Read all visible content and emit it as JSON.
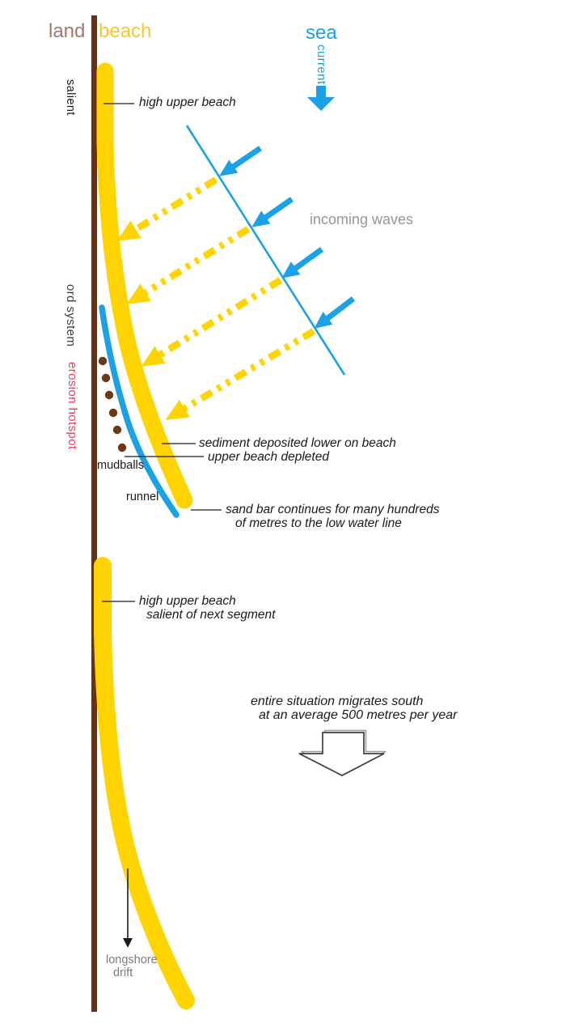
{
  "colors": {
    "sea_blue": "#1ba1e8",
    "beach_gold": "#ffd400",
    "land_brown": "#6b2f11",
    "mudball_brown": "#6e3a15",
    "erosion_red": "#f43b52",
    "beach_text_gold": "#fbc62b",
    "land_text_brown": "#a1786b",
    "waves_text_gray": "#979797",
    "drift_text_gray": "#7c7c7c",
    "annotation_black": "#1a1a1a"
  },
  "zones": {
    "land": "land",
    "beach": "beach",
    "sea": "sea"
  },
  "vertical_labels": {
    "salient": "salient",
    "current": "current",
    "ord_system": "ord system",
    "erosion_hotspot": "erosion hotspot"
  },
  "annotations": {
    "high_upper_beach": "high upper beach",
    "incoming_waves": "incoming waves",
    "mudballs": "mudballs",
    "runnel": "runnel",
    "sediment_deposited": "sediment deposited lower on beach",
    "upper_beach_depleted": "upper beach depleted",
    "sand_bar_1": "sand bar continues for many hundreds",
    "sand_bar_2": "of metres to the low water line",
    "next_salient_1": "high upper beach",
    "next_salient_2": "salient of next segment",
    "migration_1": "entire situation migrates south",
    "migration_2": "at an average 500 metres per year",
    "longshore_1": "longshore",
    "longshore_2": "drift"
  }
}
